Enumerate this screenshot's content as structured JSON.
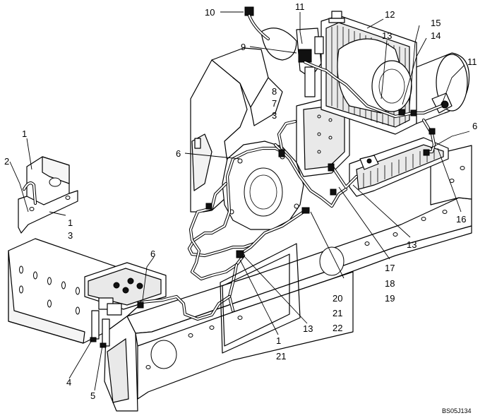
{
  "callouts": [
    {
      "id": "c10",
      "label": "10"
    },
    {
      "id": "c11a",
      "label": "11"
    },
    {
      "id": "c12",
      "label": "12"
    },
    {
      "id": "c15",
      "label": "15"
    },
    {
      "id": "c14",
      "label": "14"
    },
    {
      "id": "c13a",
      "label": "13"
    },
    {
      "id": "c9",
      "label": "9"
    },
    {
      "id": "c11b",
      "label": "11"
    },
    {
      "id": "c8",
      "label": "8"
    },
    {
      "id": "c7",
      "label": "7"
    },
    {
      "id": "c3a",
      "label": "3"
    },
    {
      "id": "c6a",
      "label": "6"
    },
    {
      "id": "c6b",
      "label": "6"
    },
    {
      "id": "c1a",
      "label": "1"
    },
    {
      "id": "c2",
      "label": "2"
    },
    {
      "id": "c1b",
      "label": "1"
    },
    {
      "id": "c3b",
      "label": "3"
    },
    {
      "id": "c16",
      "label": "16"
    },
    {
      "id": "c13b",
      "label": "13"
    },
    {
      "id": "c6c",
      "label": "6"
    },
    {
      "id": "c17",
      "label": "17"
    },
    {
      "id": "c18",
      "label": "18"
    },
    {
      "id": "c19",
      "label": "19"
    },
    {
      "id": "c20",
      "label": "20"
    },
    {
      "id": "c21a",
      "label": "21"
    },
    {
      "id": "c22",
      "label": "22"
    },
    {
      "id": "c13c",
      "label": "13"
    },
    {
      "id": "c1c",
      "label": "1"
    },
    {
      "id": "c21b",
      "label": "21"
    },
    {
      "id": "c4",
      "label": "4"
    },
    {
      "id": "c5",
      "label": "5"
    }
  ],
  "drawing_code": "BS05J134"
}
